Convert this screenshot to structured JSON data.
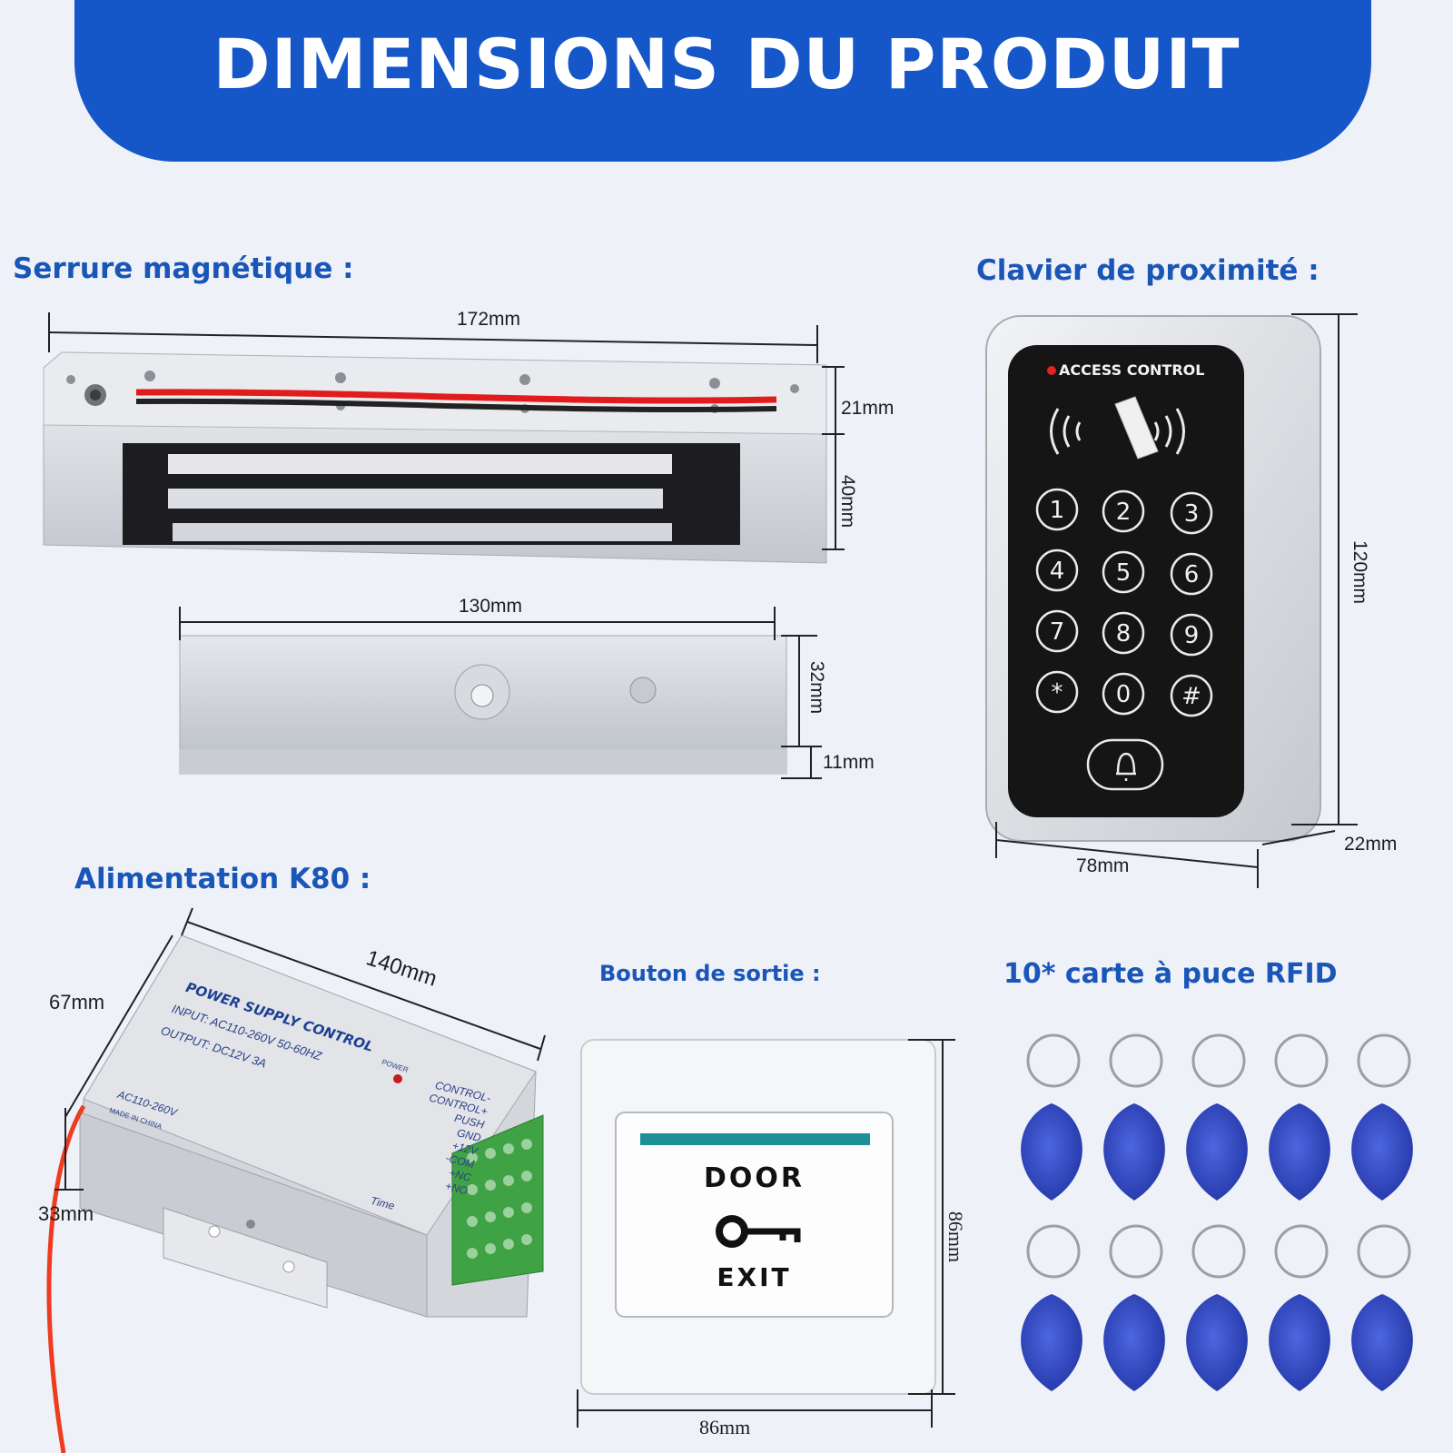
{
  "banner": {
    "title": "DIMENSIONS DU PRODUIT"
  },
  "sections": {
    "lock": {
      "title": "Serrure magnétique :",
      "dim_length": "172mm",
      "dim_depth": "21mm",
      "dim_height": "40mm",
      "plate_length": "130mm",
      "plate_width": "32mm",
      "plate_thickness": "11mm"
    },
    "keypad": {
      "title": "Clavier de proximité :",
      "label": "ACCESS CONTROL",
      "keys": [
        "1",
        "2",
        "3",
        "4",
        "5",
        "6",
        "7",
        "8",
        "9",
        "*",
        "0",
        "#"
      ],
      "dim_height": "120mm",
      "dim_width": "78mm",
      "dim_depth": "22mm"
    },
    "power": {
      "title": "Alimentation K80 :",
      "dim_length": "140mm",
      "dim_width": "67mm",
      "dim_height": "33mm",
      "brand": "POWER SUPPLY CONTROL",
      "input": "INPUT: AC110-260V 50-60HZ",
      "output": "OUTPUT: DC12V  3A",
      "power_led": "POWER",
      "ac_label": "AC110-260V",
      "made_in": "MADE IN CHINA",
      "terminals": [
        "CONTROL-",
        "CONTROL+",
        "PUSH",
        "GND",
        "+12V",
        "-COM",
        "+NC",
        "+NO"
      ],
      "time_label": "Time"
    },
    "exit_button": {
      "title": "Bouton de sortie :",
      "top_text": "DOOR",
      "bottom_text": "EXIT",
      "dim_height": "86mm",
      "dim_width": "86mm"
    },
    "rfid": {
      "title": "10* carte à puce RFID",
      "count": 10
    }
  },
  "colors": {
    "banner": "#1557c9",
    "heading": "#1a55b8",
    "background": "#eef1f8",
    "keypad_face": "#151515",
    "tag_blue": "#2f48c8"
  }
}
